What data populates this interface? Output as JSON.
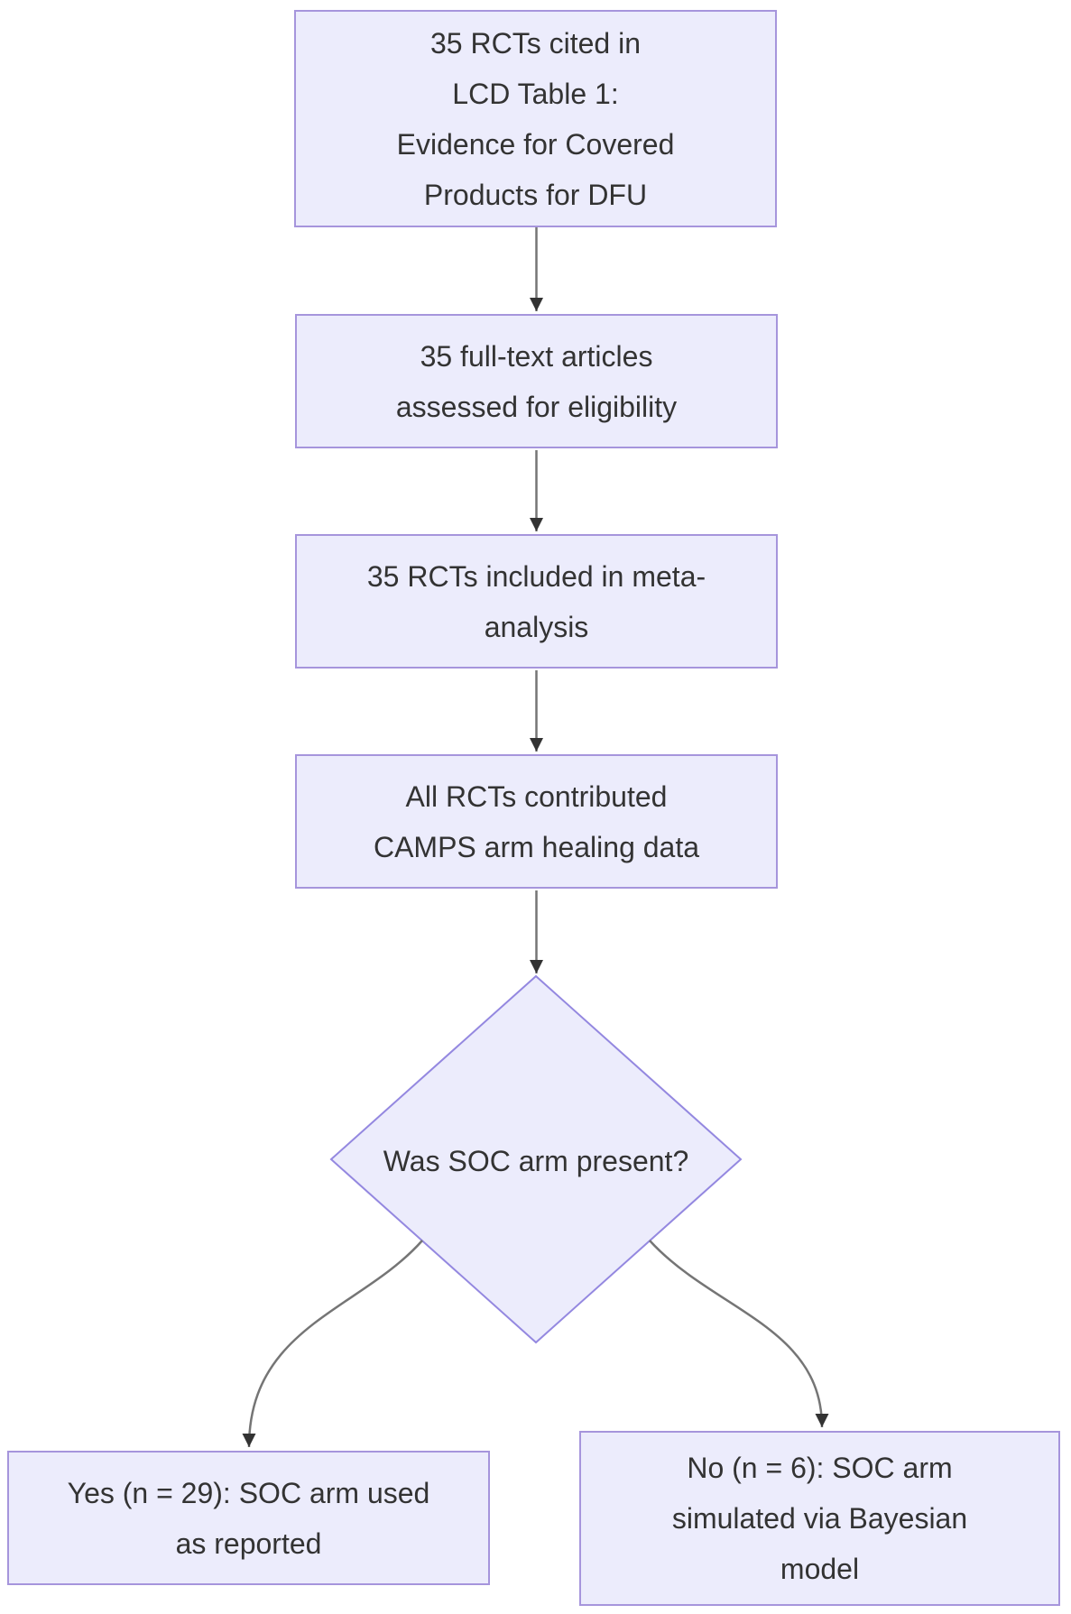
{
  "style": {
    "background": "#ffffff",
    "node_fill": "#ececfc",
    "node_border": "#a695dc",
    "diamond_border": "#9488e0",
    "edge_color": "#757575",
    "arrowhead_color": "#333333",
    "text_color": "#333333"
  },
  "flowchart": {
    "nodes": {
      "cited": {
        "lines": [
          "35 RCTs cited in",
          "LCD Table 1:",
          "Evidence for Covered",
          "Products for DFU"
        ]
      },
      "fulltext": {
        "lines": [
          "35 full-text articles",
          "assessed for eligibility"
        ]
      },
      "included": {
        "lines": [
          "35 RCTs included in meta-",
          "analysis"
        ]
      },
      "contributed": {
        "lines": [
          "All RCTs contributed",
          "CAMPS arm healing data"
        ]
      },
      "decision": {
        "label": "Was SOC arm present?"
      },
      "yes_branch": {
        "lines": [
          "Yes (n = 29): SOC arm used",
          "as reported"
        ]
      },
      "no_branch": {
        "lines": [
          "No (n = 6): SOC arm",
          "simulated via Bayesian",
          "model"
        ]
      }
    },
    "edges": [
      {
        "from": "cited",
        "to": "fulltext"
      },
      {
        "from": "fulltext",
        "to": "included"
      },
      {
        "from": "included",
        "to": "contributed"
      },
      {
        "from": "contributed",
        "to": "decision"
      },
      {
        "from": "decision",
        "to": "yes_branch"
      },
      {
        "from": "decision",
        "to": "no_branch"
      }
    ]
  }
}
